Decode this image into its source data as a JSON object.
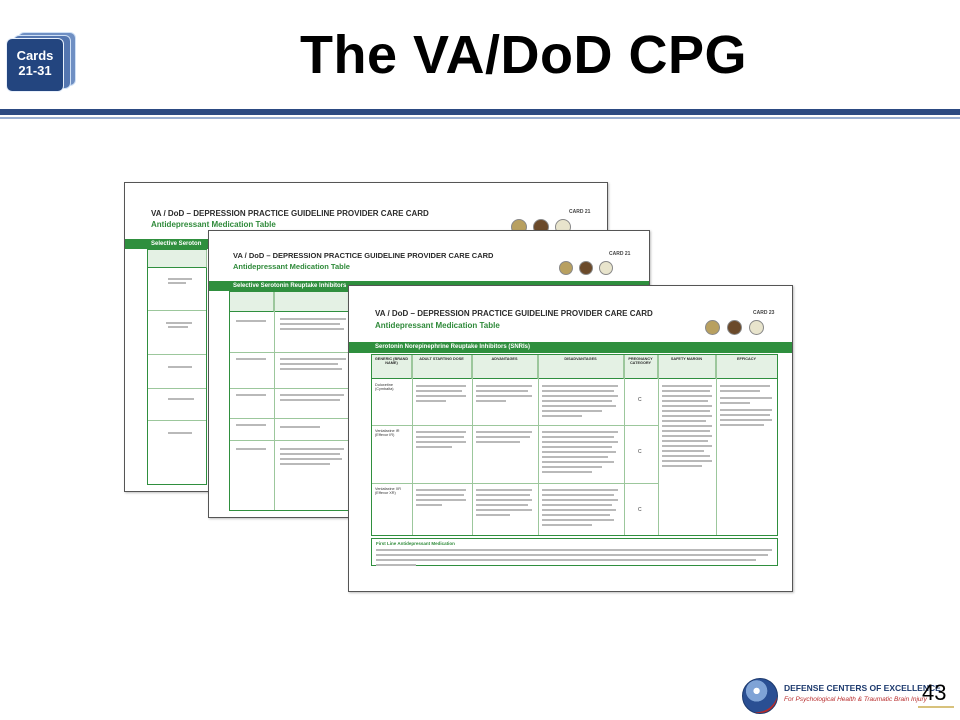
{
  "badge": {
    "line1": "Cards",
    "line2": "21-31"
  },
  "title": "The VA/DoD CPG",
  "page_number": "43",
  "footer": {
    "org": "DEFENSE CENTERS OF EXCELLENCE",
    "subtitle": "For Psychological Health & Traumatic Brain Injury"
  },
  "cards": [
    {
      "heading": "VA / DoD – DEPRESSION PRACTICE GUIDELINE PROVIDER CARE CARD",
      "subheading": "Antidepressant Medication Table",
      "card_number": "CARD 21",
      "section": "Selective Seroton"
    },
    {
      "heading": "VA / DoD – DEPRESSION PRACTICE GUIDELINE PROVIDER CARE CARD",
      "subheading": "Antidepressant Medication Table",
      "card_number": "CARD 21",
      "section": "Selective Serotonin Reuptake Inhibitors"
    },
    {
      "heading": "VA / DoD – DEPRESSION PRACTICE GUIDELINE PROVIDER CARE CARD",
      "subheading": "Antidepressant Medication Table",
      "card_number": "CARD 23",
      "section": "Serotonin Norepinephrine Reuptake Inhibitors (SNRIs)",
      "columns": [
        "GENERIC (BRAND NAME)",
        "ADULT STARTING DOSE",
        "ADVANTAGES",
        "DISADVANTAGES",
        "PREGNANCY CATEGORY",
        "SAFETY MARGIN",
        "EFFICACY"
      ],
      "rows": [
        {
          "generic": "Duloxetine (Cymbalta)",
          "category": "C"
        },
        {
          "generic": "Venlafaxine IR (Effexor IR)",
          "category": "C"
        },
        {
          "generic": "Venlafaxine XR (Effexor XR)",
          "category": "C"
        }
      ],
      "note_title": "First Line Antidepressant Medication"
    }
  ]
}
